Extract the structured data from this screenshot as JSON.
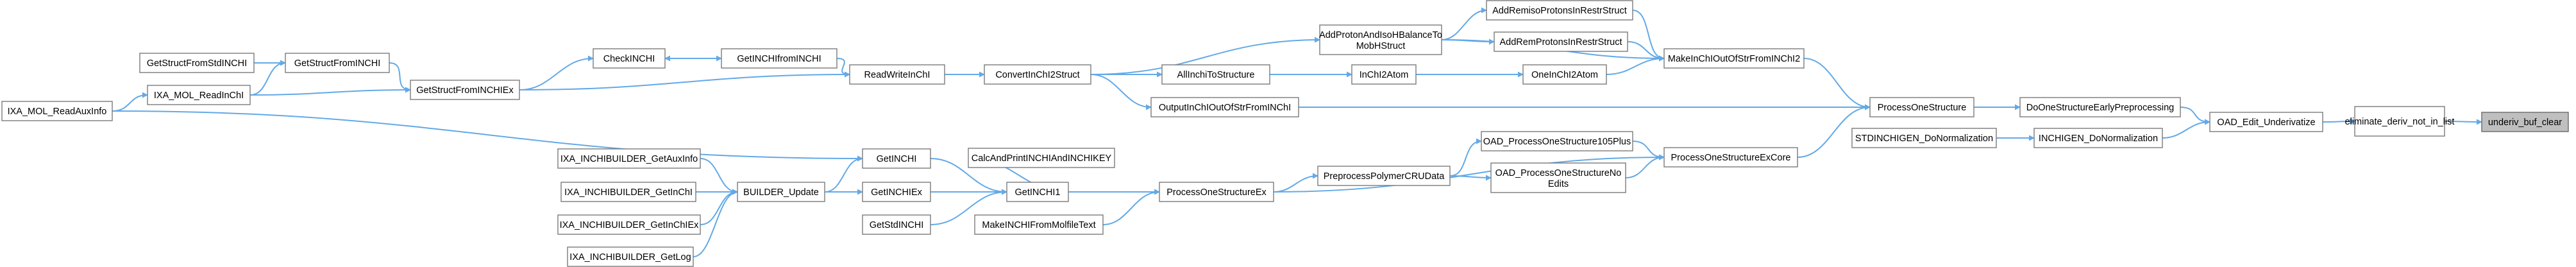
{
  "diagram": {
    "title": "",
    "nodes": [
      {
        "id": "underiv_buf_clear",
        "label": "underiv_buf_clear",
        "focus": true
      },
      {
        "id": "eliminate_deriv",
        "label": "eliminate_deriv_not_in_list"
      },
      {
        "id": "OAD_Edit_Underivatize",
        "label": "OAD_Edit_Underivatize"
      },
      {
        "id": "DoOneStructureEarlyPreprocessing",
        "label": "DoOneStructureEarlyPreprocessing"
      },
      {
        "id": "INCHIGEN_DoNormalization",
        "label": "INCHIGEN_DoNormalization"
      },
      {
        "id": "STDINCHIGEN_DoNormalization",
        "label": "STDINCHIGEN_DoNormalization"
      },
      {
        "id": "ProcessOneStructure",
        "label": "ProcessOneStructure"
      },
      {
        "id": "ProcessOneStructureExCore",
        "label": "ProcessOneStructureExCore"
      },
      {
        "id": "MakeInChIOutOfStrFromINChI2",
        "label": "MakeInChIOutOfStrFromINChI2"
      },
      {
        "id": "OutputInChIOutOfStrFromINChI",
        "label": "OutputInChIOutOfStrFromINChI"
      },
      {
        "id": "OAD_ProcessOneStructure105Plus",
        "label": "OAD_ProcessOneStructure105Plus"
      },
      {
        "id": "OAD_ProcessOneStructureNoEdits",
        "label": "OAD_ProcessOneStructureNo Edits"
      },
      {
        "id": "ProcessOneStructureEx",
        "label": "ProcessOneStructureEx"
      },
      {
        "id": "AddRemisoProtonsInRestrStruct",
        "label": "AddRemisoProtonsInRestrStruct"
      },
      {
        "id": "AddRemProtonsInRestrStruct",
        "label": "AddRemProtonsInRestrStruct"
      },
      {
        "id": "OneInChI2Atom",
        "label": "OneInChI2Atom"
      },
      {
        "id": "AddProtonAndIsoHBalanceToMobHStruct",
        "label": "AddProtonAndIsoHBalanceTo MobHStruct"
      },
      {
        "id": "InChI2Atom",
        "label": "InChI2Atom"
      },
      {
        "id": "AllInchiToStructure",
        "label": "AllInchiToStructure"
      },
      {
        "id": "ConvertInChI2Struct",
        "label": "ConvertInChI2Struct"
      },
      {
        "id": "ReadWriteInChI",
        "label": "ReadWriteInChI"
      },
      {
        "id": "GetINCHIfromINCHI",
        "label": "GetINCHIfromINCHI"
      },
      {
        "id": "CheckINCHI",
        "label": "CheckINCHI"
      },
      {
        "id": "GetStructFromINCHIEx",
        "label": "GetStructFromINCHIEx"
      },
      {
        "id": "GetStructFromINCHI",
        "label": "GetStructFromINCHI"
      },
      {
        "id": "GetStructFromStdINCHI",
        "label": "GetStructFromStdINCHI"
      },
      {
        "id": "IXA_MOL_ReadInChI",
        "label": "IXA_MOL_ReadInChI"
      },
      {
        "id": "IXA_MOL_ReadAuxInfo",
        "label": "IXA_MOL_ReadAuxInfo"
      },
      {
        "id": "PreprocessPolymerCRUData",
        "label": "PreprocessPolymerCRUData"
      },
      {
        "id": "GetINCHI1",
        "label": "GetINCHI1"
      },
      {
        "id": "MakeINCHIFromMolfileText",
        "label": "MakeINCHIFromMolfileText"
      },
      {
        "id": "CalcAndPrintINCHIAndINCHIKEY",
        "label": "CalcAndPrintINCHIAndINCHIKEY"
      },
      {
        "id": "GetINCHI",
        "label": "GetINCHI"
      },
      {
        "id": "GetINCHIEx",
        "label": "GetINCHIEx"
      },
      {
        "id": "GetStdINCHI",
        "label": "GetStdINCHI"
      },
      {
        "id": "BUILDER_Update",
        "label": "BUILDER_Update"
      },
      {
        "id": "IXA_INCHIBUILDER_GetAuxInfo",
        "label": "IXA_INCHIBUILDER_GetAuxInfo"
      },
      {
        "id": "IXA_INCHIBUILDER_GetInChI",
        "label": "IXA_INCHIBUILDER_GetInChI"
      },
      {
        "id": "IXA_INCHIBUILDER_GetInChIEx",
        "label": "IXA_INCHIBUILDER_GetInChIEx"
      },
      {
        "id": "IXA_INCHIBUILDER_GetLog",
        "label": "IXA_INCHIBUILDER_GetLog"
      }
    ],
    "edges": [
      [
        "eliminate_deriv",
        "underiv_buf_clear"
      ],
      [
        "OAD_Edit_Underivatize",
        "eliminate_deriv"
      ],
      [
        "DoOneStructureEarlyPreprocessing",
        "OAD_Edit_Underivatize"
      ],
      [
        "INCHIGEN_DoNormalization",
        "OAD_Edit_Underivatize"
      ],
      [
        "STDINCHIGEN_DoNormalization",
        "INCHIGEN_DoNormalization"
      ],
      [
        "ProcessOneStructure",
        "DoOneStructureEarlyPreprocessing"
      ],
      [
        "MakeInChIOutOfStrFromINChI2",
        "ProcessOneStructure"
      ],
      [
        "OutputInChIOutOfStrFromINChI",
        "ProcessOneStructure"
      ],
      [
        "ProcessOneStructureExCore",
        "ProcessOneStructure"
      ],
      [
        "AddRemisoProtonsInRestrStruct",
        "MakeInChIOutOfStrFromINChI2"
      ],
      [
        "AddRemProtonsInRestrStruct",
        "MakeInChIOutOfStrFromINChI2"
      ],
      [
        "OneInChI2Atom",
        "MakeInChIOutOfStrFromINChI2"
      ],
      [
        "AddProtonAndIsoHBalanceToMobHStruct",
        "MakeInChIOutOfStrFromINChI2"
      ],
      [
        "AddProtonAndIsoHBalanceToMobHStruct",
        "AddRemisoProtonsInRestrStruct"
      ],
      [
        "AddProtonAndIsoHBalanceToMobHStruct",
        "AddRemProtonsInRestrStruct"
      ],
      [
        "InChI2Atom",
        "OneInChI2Atom"
      ],
      [
        "AllInchiToStructure",
        "InChI2Atom"
      ],
      [
        "ConvertInChI2Struct",
        "AllInchiToStructure"
      ],
      [
        "ConvertInChI2Struct",
        "AddProtonAndIsoHBalanceToMobHStruct"
      ],
      [
        "ConvertInChI2Struct",
        "OutputInChIOutOfStrFromINChI"
      ],
      [
        "ReadWriteInChI",
        "ConvertInChI2Struct"
      ],
      [
        "GetINCHIfromINCHI",
        "ReadWriteInChI"
      ],
      [
        "CheckINCHI",
        "GetINCHIfromINCHI"
      ],
      [
        "GetINCHIfromINCHI",
        "CheckINCHI"
      ],
      [
        "GetStructFromINCHIEx",
        "ReadWriteInChI"
      ],
      [
        "GetStructFromINCHIEx",
        "CheckINCHI"
      ],
      [
        "GetStructFromINCHI",
        "GetStructFromINCHIEx"
      ],
      [
        "GetStructFromStdINCHI",
        "GetStructFromINCHI"
      ],
      [
        "IXA_MOL_ReadInChI",
        "GetStructFromINCHIEx"
      ],
      [
        "IXA_MOL_ReadInChI",
        "GetStructFromINCHI"
      ],
      [
        "IXA_MOL_ReadAuxInfo",
        "IXA_MOL_ReadInChI"
      ],
      [
        "IXA_MOL_ReadAuxInfo",
        "GetINCHI"
      ],
      [
        "OAD_ProcessOneStructure105Plus",
        "ProcessOneStructureExCore"
      ],
      [
        "OAD_ProcessOneStructureNoEdits",
        "ProcessOneStructureExCore"
      ],
      [
        "ProcessOneStructureEx",
        "ProcessOneStructureExCore"
      ],
      [
        "PreprocessPolymerCRUData",
        "OAD_ProcessOneStructure105Plus"
      ],
      [
        "PreprocessPolymerCRUData",
        "OAD_ProcessOneStructureNoEdits"
      ],
      [
        "ProcessOneStructureEx",
        "PreprocessPolymerCRUData"
      ],
      [
        "GetINCHI1",
        "ProcessOneStructureEx"
      ],
      [
        "MakeINCHIFromMolfileText",
        "ProcessOneStructureEx"
      ],
      [
        "CalcAndPrintINCHIAndINCHIKEY",
        "GetINCHI1"
      ],
      [
        "GetINCHI",
        "GetINCHI1"
      ],
      [
        "GetINCHIEx",
        "GetINCHI1"
      ],
      [
        "GetStdINCHI",
        "GetINCHI1"
      ],
      [
        "BUILDER_Update",
        "GetINCHI"
      ],
      [
        "BUILDER_Update",
        "GetINCHIEx"
      ],
      [
        "IXA_INCHIBUILDER_GetAuxInfo",
        "BUILDER_Update"
      ],
      [
        "IXA_INCHIBUILDER_GetInChI",
        "BUILDER_Update"
      ],
      [
        "IXA_INCHIBUILDER_GetInChIEx",
        "BUILDER_Update"
      ],
      [
        "IXA_INCHIBUILDER_GetLog",
        "BUILDER_Update"
      ]
    ],
    "colors": {
      "edge": "#63a9e7",
      "node_border": "#7a7a7a",
      "node_fill": "#ffffff",
      "focus_fill": "#bfbfbf"
    }
  }
}
